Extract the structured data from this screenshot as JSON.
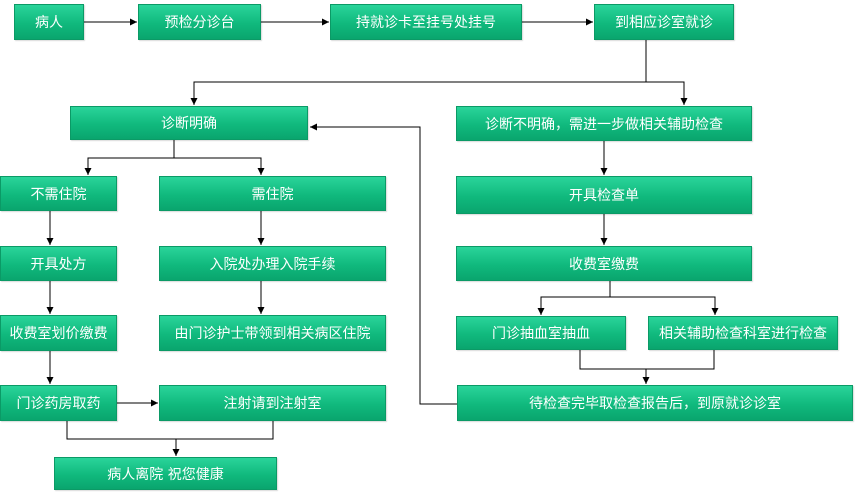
{
  "nodes": {
    "patient": "病人",
    "triage": "预检分诊台",
    "registration": "持就诊卡至挂号处挂号",
    "consult_room": "到相应诊室就诊",
    "diagnosis_clear": "诊断明确",
    "diagnosis_unclear": "诊断不明确，需进一步做相关辅助检查",
    "no_admission": "不需住院",
    "admission": "需住院",
    "prescription": "开具处方",
    "admission_procedure": "入院处办理入院手续",
    "pricing_payment": "收费室划价缴费",
    "nurse_escort": "由门诊护士带领到相关病区住院",
    "pharmacy": "门诊药房取药",
    "injection": "注射请到注射室",
    "discharge": "病人离院 祝您健康",
    "exam_order": "开具检查单",
    "exam_payment": "收费室缴费",
    "blood_draw": "门诊抽血室抽血",
    "aux_exam": "相关辅助检查科室进行检查",
    "return_with_report": "待检查完毕取检查报告后，到原就诊诊室"
  }
}
